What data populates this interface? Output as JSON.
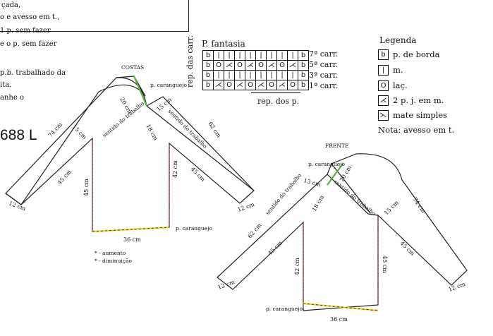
{
  "left_snippets": {
    "lines": [
      "çada,",
      "o e avesso em t.,",
      "1 p. sem fazer",
      "e o p. sem fazer",
      "p.b. trabalhado da",
      "ita.",
      "anhe o"
    ],
    "code": "688 L"
  },
  "fantasia": {
    "title": "P. fantasia",
    "side_label": "rep. das carr.",
    "bottom_label": "rep. dos p.",
    "rows": [
      {
        "label": "7ª carr.",
        "cells": [
          "b",
          "|",
          "|",
          "|",
          "|",
          "|",
          "|",
          "|",
          "|",
          "b"
        ]
      },
      {
        "label": "5ª carr.",
        "cells": [
          "b",
          "O",
          "⋌",
          "O",
          "⋌",
          "O",
          "⋌",
          "O",
          "⋌",
          "b"
        ]
      },
      {
        "label": "3ª carr.",
        "cells": [
          "b",
          "|",
          "|",
          "|",
          "|",
          "|",
          "|",
          "|",
          "|",
          "b"
        ]
      },
      {
        "label": "1ª carr.",
        "cells": [
          "b",
          "⋌",
          "O",
          "⋌",
          "O",
          "⋌",
          "O",
          "⋌",
          "O",
          "b"
        ]
      }
    ]
  },
  "legend": {
    "title": "Legenda",
    "items": [
      {
        "symbol": "b",
        "text": "p. de borda"
      },
      {
        "symbol": "|",
        "text": "m."
      },
      {
        "symbol": "O",
        "text": "laç."
      },
      {
        "symbol": "⋌",
        "text": "2 p. j. em m."
      },
      {
        "symbol": "⋋",
        "text": "mate simples"
      }
    ],
    "note": "Nota: avesso em t."
  },
  "costas": {
    "title": "COSTAS",
    "caranguejo_top": "p. caranguejo",
    "caranguejo_bottom": "p. caranguejo",
    "sentido1": "sentido do trabalho",
    "sentido2": "sentido do trabalho",
    "m74": "74 cm",
    "m20": "20 cm",
    "m15a": "15 cm",
    "m15b": "15 cm",
    "m18": "18 cm",
    "m62": "62 cm",
    "m45a": "45 cm",
    "m45b": "45 cm",
    "m45c": "45 cm",
    "m42": "42 cm",
    "m12a": "12 cm",
    "m12b": "12 cm",
    "m36": "36 cm",
    "aumento": "* - aumento",
    "diminuicao": "* - diminuição"
  },
  "frente": {
    "title": "FRENTE",
    "caranguejo_top": "p. caranguejo",
    "caranguejo_bottom": "p. caranguejo",
    "sentido1": "sentido do trabalho",
    "sentido2": "sentido do trabalho",
    "m62": "62 cm",
    "m13": "13 cm",
    "m20": "20 cm",
    "m18": "18 cm",
    "m15": "15 cm",
    "m74": "74 cm",
    "m45a": "45 cm",
    "m45b": "45 cm",
    "m42": "42 cm",
    "m45c": "45 cm",
    "m12a": "12 cm",
    "m12b": "12 cm",
    "m36": "36 cm"
  },
  "colors": {
    "line": "#222222",
    "yoke": "#5bb33a",
    "red": "#cc2a2a",
    "yellow": "#e8d52a"
  }
}
